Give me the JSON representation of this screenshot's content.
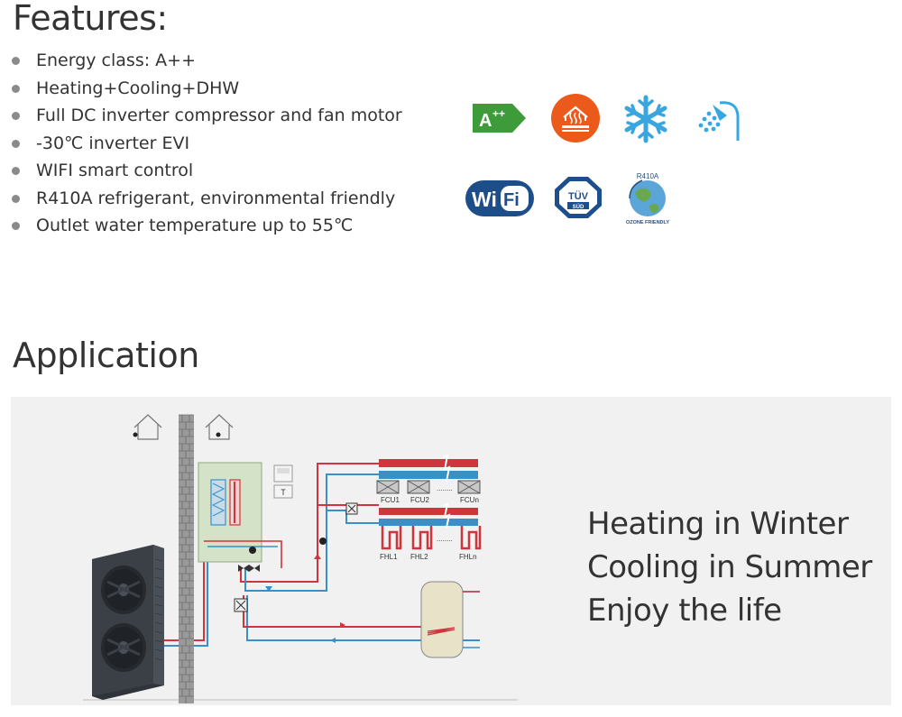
{
  "features": {
    "title": "Features:",
    "items": [
      "Energy class: A++",
      "Heating+Cooling+DHW",
      "Full DC inverter compressor and fan motor",
      "-30℃ inverter EVI",
      "WIFI smart control",
      "R410A refrigerant, environmental friendly",
      "Outlet water temperature up to 55℃"
    ],
    "icons": {
      "energy_label": "A++",
      "energy_sup": "++",
      "wifi_label_left": "Wi",
      "wifi_label_right": "Fi",
      "tuv_top": "TÜV",
      "tuv_bottom": "SÜD",
      "r410a_top": "R410A",
      "r410a_bottom": "OZONE FRIENDLY",
      "colors": {
        "energy_green": "#3e9b3a",
        "heating_orange": "#ec5a1b",
        "snow_blue": "#3aa6df",
        "shower_blue": "#33a8e4",
        "wifi_blue": "#1e4e8a",
        "tuv_blue": "#1d4f8f"
      }
    }
  },
  "application": {
    "title": "Application",
    "slogan": [
      "Heating in Winter",
      "Cooling in Summer",
      "Enjoy the life"
    ],
    "diagram": {
      "fcu_labels": [
        "FCU1",
        "FCU2",
        "FCUn"
      ],
      "fhl_labels": [
        "FHL1",
        "FHL2",
        "FHLn"
      ],
      "thermostat_label": "T",
      "ellipsis": "........",
      "colors": {
        "hot_pipe": "#d0343c",
        "cold_pipe": "#3a8fc9",
        "unit_body": "#3b4046",
        "wall": "#8d8d8d",
        "module": "#d4e3c7"
      }
    }
  }
}
